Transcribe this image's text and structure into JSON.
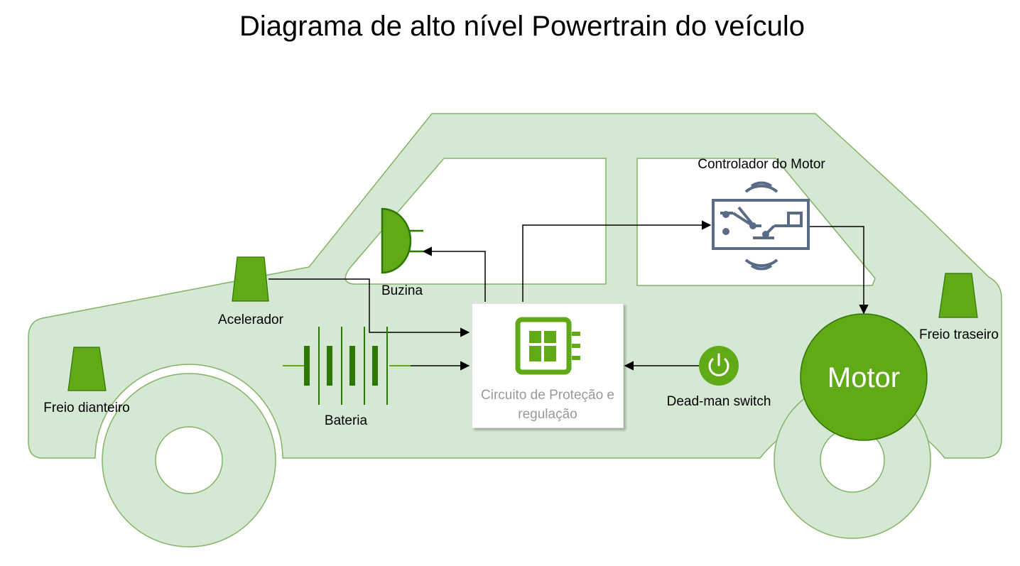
{
  "title": "Diagrama de alto nível Powertrain do veículo",
  "colors": {
    "car_fill": "#d5e8d4",
    "car_stroke": "#82b366",
    "component_green": "#60a917",
    "component_dark": "#2d7600",
    "controller_blue": "#5a6b86",
    "arrow": "#000000",
    "protection_text": "#9a9a9a"
  },
  "components": {
    "acelerador": "Acelerador",
    "buzina": "Buzina",
    "bateria": "Bateria",
    "freio_dianteiro": "Freio dianteiro",
    "freio_traseiro": "Freio traseiro",
    "controlador": "Controlador do Motor",
    "motor": "Motor",
    "deadman": "Dead-man switch",
    "protecao_line1": "Circuito de Proteção e",
    "protecao_line2": "regulação"
  },
  "icons": {
    "protecao": "circuit-board-icon",
    "controlador": "controller-chip-icon",
    "deadman": "power-icon",
    "buzina": "horn-icon",
    "bateria": "battery-icon"
  }
}
